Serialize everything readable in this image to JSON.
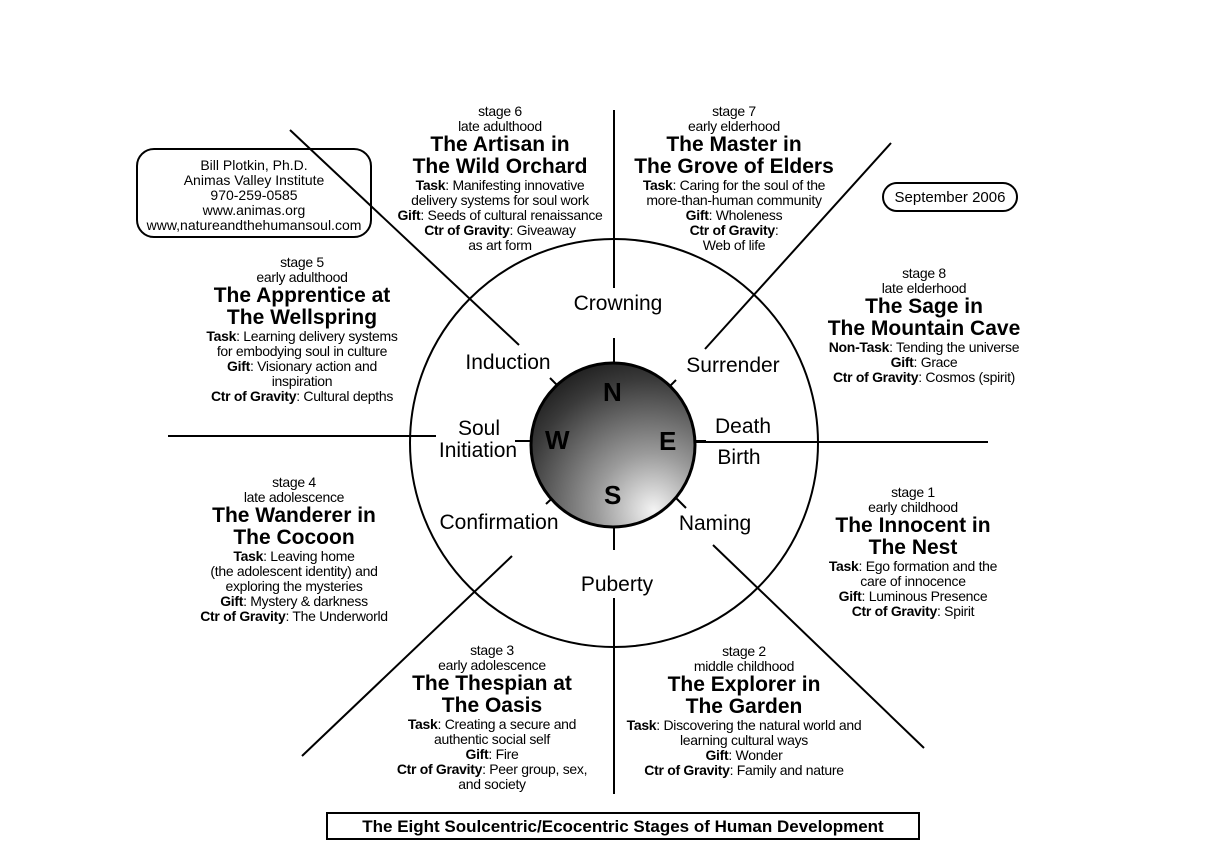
{
  "author": {
    "lines": [
      "Bill Plotkin, Ph.D.",
      "Animas Valley Institute",
      "970-259-0585",
      "www.animas.org",
      "www,natureandthehumansoul.com"
    ]
  },
  "date": "September 2006",
  "compass": {
    "north": "N",
    "south": "S",
    "east": "E",
    "west": "W"
  },
  "ring_labels": {
    "crowning": "Crowning",
    "surrender": "Surrender",
    "death": "Death",
    "birth": "Birth",
    "naming": "Naming",
    "puberty": "Puberty",
    "confirmation": "Confirmation",
    "soul": "Soul",
    "initiation": "Initiation",
    "induction": "Induction"
  },
  "labels": {
    "task": "Task",
    "non_task": "Non-Task",
    "gift": "Gift",
    "ctr": "Ctr of Gravity"
  },
  "stages": [
    {
      "stage": "stage 1",
      "age": "early childhood",
      "title1": "The Innocent in",
      "title2": "The Nest",
      "task": ": Ego formation and the",
      "task2": "care of innocence",
      "gift": ": Luminous Presence",
      "ctr": ": Spirit"
    },
    {
      "stage": "stage 2",
      "age": "middle childhood",
      "title1": "The Explorer in",
      "title2": "The Garden",
      "task": ": Discovering the natural world and",
      "task2": "learning cultural ways",
      "gift": ": Wonder",
      "ctr": ": Family and nature"
    },
    {
      "stage": "stage 3",
      "age": "early adolescence",
      "title1": "The Thespian at",
      "title2": "The Oasis",
      "task": ": Creating a secure and",
      "task2": "authentic social self",
      "gift": ": Fire",
      "ctr": ": Peer group, sex,",
      "ctr2": "and society"
    },
    {
      "stage": "stage 4",
      "age": "late adolescence",
      "title1": "The Wanderer in",
      "title2": "The Cocoon",
      "task": ": Leaving home",
      "task2": "(the adolescent identity) and",
      "task3": "exploring the mysteries",
      "gift": ": Mystery & darkness",
      "ctr": ": The Underworld"
    },
    {
      "stage": "stage 5",
      "age": "early adulthood",
      "title1": "The Apprentice at",
      "title2": "The Wellspring",
      "task": ": Learning delivery systems",
      "task2": "for embodying soul in culture",
      "gift": ": Visionary action and",
      "gift2": "inspiration",
      "ctr": ": Cultural depths"
    },
    {
      "stage": "stage 6",
      "age": "late adulthood",
      "title1": "The Artisan in",
      "title2": "The Wild Orchard",
      "task": ": Manifesting innovative",
      "task2": "delivery systems for soul work",
      "gift": ": Seeds of cultural renaissance",
      "ctr": ": Giveaway",
      "ctr2": "as art form"
    },
    {
      "stage": "stage 7",
      "age": "early elderhood",
      "title1": "The Master in",
      "title2": "The Grove of Elders",
      "task": ": Caring for the soul of the",
      "task2": "more-than-human community",
      "gift": ": Wholeness",
      "ctr": ":",
      "ctr2": "Web of life"
    },
    {
      "stage": "stage 8",
      "age": "late elderhood",
      "title1": "The Sage in",
      "title2": "The Mountain Cave",
      "task": ": Tending the universe",
      "gift": ": Grace",
      "ctr": ": Cosmos (spirit)"
    }
  ],
  "caption": "The Eight Soulcentric/Ecocentric Stages of Human Development"
}
